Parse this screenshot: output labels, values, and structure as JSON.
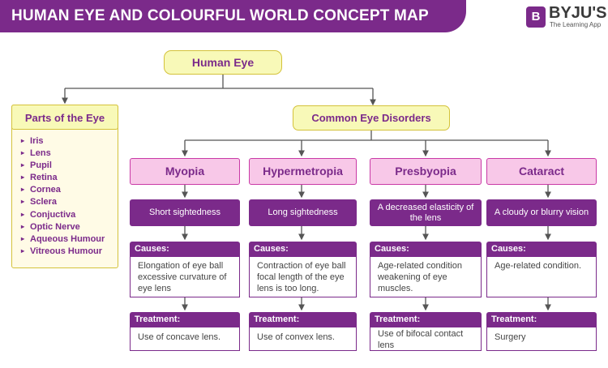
{
  "header": {
    "title": "HUMAN EYE AND COLOURFUL WORLD CONCEPT MAP"
  },
  "brand": {
    "logo_letter": "B",
    "name": "BYJU'S",
    "tagline": "The Learning App"
  },
  "root": {
    "label": "Human Eye"
  },
  "parts": {
    "title": "Parts of the Eye",
    "items": [
      "Iris",
      "Lens",
      "Pupil",
      "Retina",
      "Cornea",
      "Sclera",
      "Conjuctiva",
      "Optic Nerve",
      "Aqueous Humour",
      "Vitreous Humour"
    ]
  },
  "disorders": {
    "title": "Common Eye Disorders",
    "items": [
      {
        "name": "Myopia",
        "description": "Short sightedness",
        "causes_label": "Causes:",
        "causes": "Elongation of eye ball excessive curvature of eye lens",
        "treatment_label": "Treatment:",
        "treatment": "Use of concave lens."
      },
      {
        "name": "Hypermetropia",
        "description": "Long sightedness",
        "causes_label": "Causes:",
        "causes": "Contraction of eye ball focal length of the eye lens is too long.",
        "treatment_label": "Treatment:",
        "treatment": "Use of convex lens."
      },
      {
        "name": "Presbyopia",
        "description": "A decreased elasticity of the lens",
        "causes_label": "Causes:",
        "causes": "Age-related condition weakening of eye muscles.",
        "treatment_label": "Treatment:",
        "treatment": "Use of bifocal contact lens"
      },
      {
        "name": "Cataract",
        "description": "A cloudy or blurry vision",
        "causes_label": "Causes:",
        "causes": "Age-related condition.",
        "treatment_label": "Treatment:",
        "treatment": "Surgery"
      }
    ]
  },
  "colors": {
    "purple": "#7b2a8a",
    "pink_fill": "#f8c8e8",
    "yellow_fill": "#f8f9b8",
    "connector": "#555555"
  }
}
